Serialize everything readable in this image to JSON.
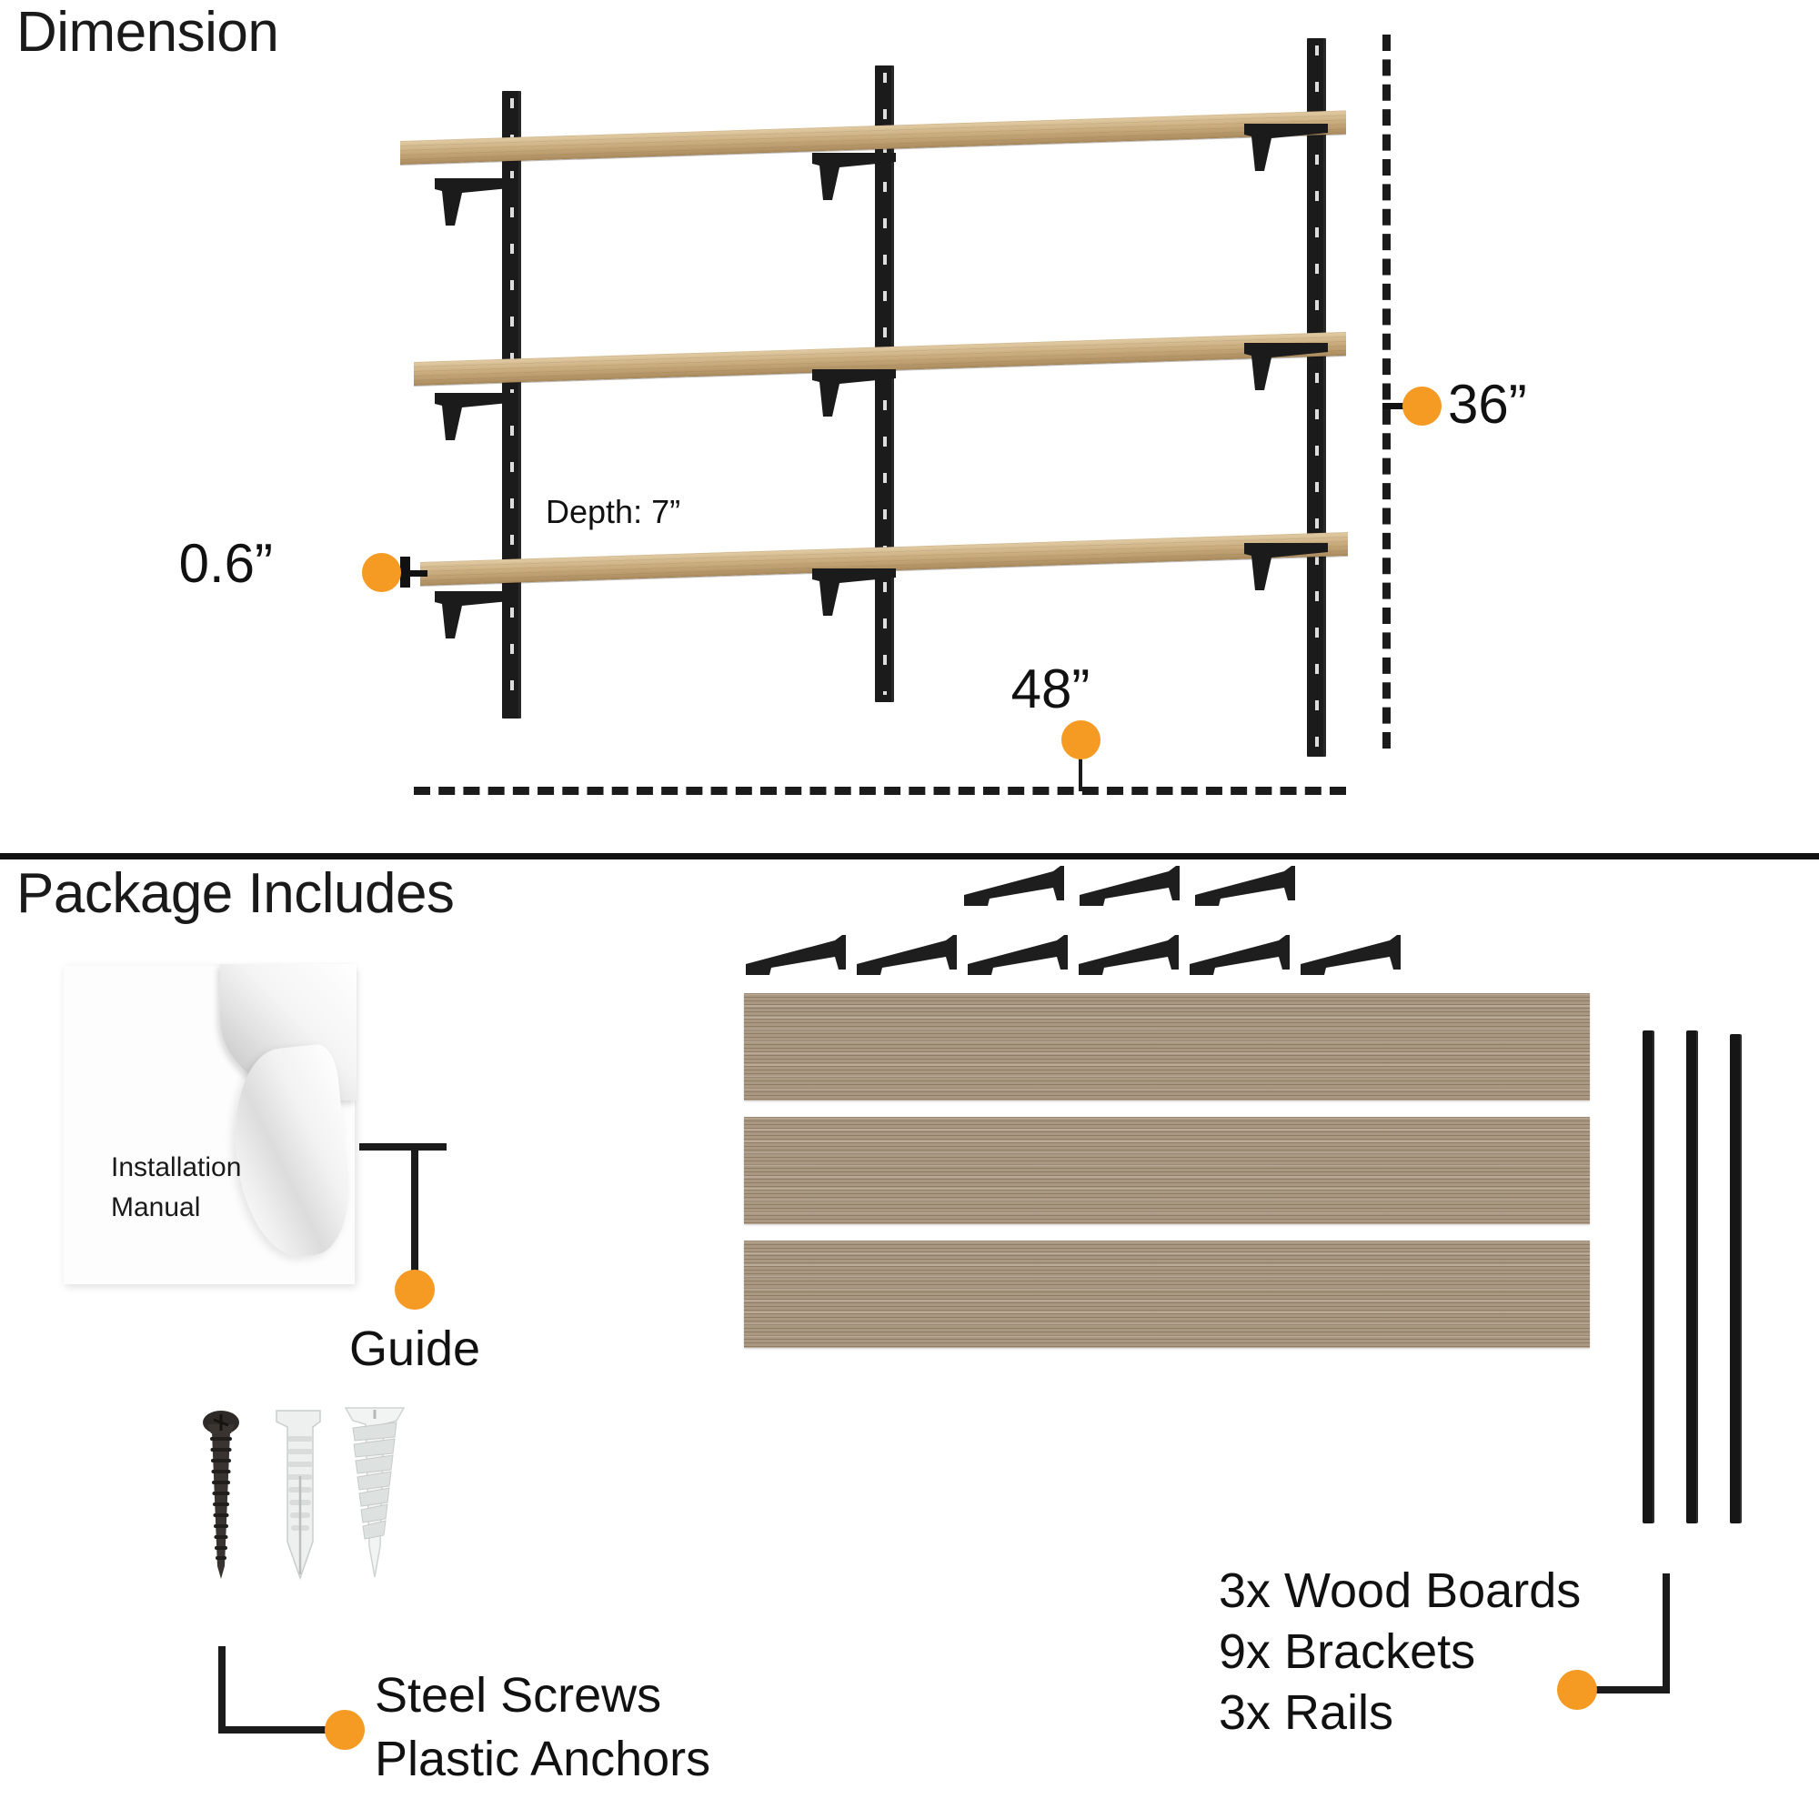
{
  "sections": {
    "dimension": {
      "title": "Dimension",
      "labels": {
        "height": "36”",
        "thickness": "0.6”",
        "width": "48”",
        "depth": "Depth: 7”"
      }
    },
    "package": {
      "title": "Package Includes",
      "manual": {
        "line1": "Installation",
        "line2": "Manual"
      },
      "callouts": {
        "guide": "Guide",
        "screws": "Steel Screws",
        "anchors": "Plastic Anchors",
        "boards": "3x Wood Boards",
        "brackets": "9x Brackets",
        "rails": "3x Rails"
      }
    }
  },
  "colors": {
    "accent_dot": "#F59A23",
    "metal_black": "#1b1b1b",
    "shelf_wood": "#cbae80",
    "board_wood": "#a6947b",
    "text": "#111111"
  },
  "counts": {
    "shelves_in_diagram": 3,
    "rails_in_diagram": 3,
    "brackets_top_row": 3,
    "brackets_bottom_row": 6,
    "boards": 3,
    "rails": 3
  }
}
